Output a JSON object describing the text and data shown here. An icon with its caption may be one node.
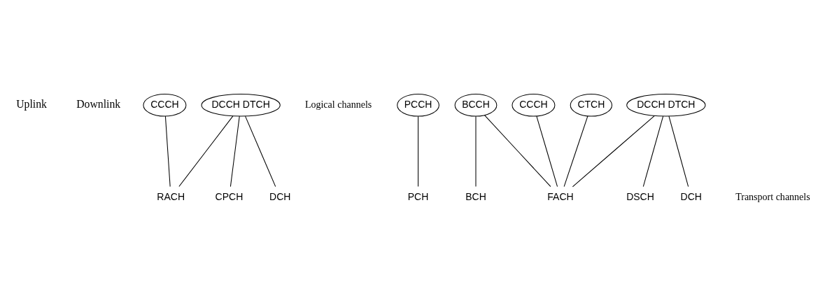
{
  "diagram": {
    "nodes": [
      {
        "text": [
          "CCCH"
        ]
      },
      {
        "text": [
          "DCCH DTCH"
        ]
      },
      {
        "text": [
          "PCCH"
        ]
      },
      {
        "text": [
          "BCCH"
        ]
      },
      {
        "text": [
          "CCCH"
        ]
      },
      {
        "text": [
          "CTCH"
        ]
      },
      {
        "text": [
          "DCCH DTCH"
        ]
      },
      {
        "text": [
          "RACH"
        ]
      },
      {
        "text": [
          "CPCH"
        ]
      },
      {
        "text": [
          "DCH"
        ]
      },
      {
        "text": [
          "PCH"
        ]
      },
      {
        "text": [
          "BCH"
        ]
      },
      {
        "text": [
          "FACH"
        ]
      },
      {
        "text": [
          "DSCH"
        ]
      },
      {
        "text": [
          "DCH"
        ]
      }
    ],
    "edges": [
      {
        "from": 0,
        "to": 7,
        "arrow": "none"
      },
      {
        "from": 1,
        "to": 7,
        "arrow": "none"
      },
      {
        "from": 1,
        "to": 8,
        "arrow": "none"
      },
      {
        "from": 1,
        "to": 9,
        "arrow": "none"
      },
      {
        "from": 2,
        "to": 10,
        "arrow": "none"
      },
      {
        "from": 3,
        "to": 11,
        "arrow": "none"
      },
      {
        "from": 3,
        "to": 12,
        "arrow": "none"
      },
      {
        "from": 4,
        "to": 12,
        "arrow": "none"
      },
      {
        "from": 5,
        "to": 12,
        "arrow": "none"
      },
      {
        "from": 6,
        "to": 12,
        "arrow": "none"
      },
      {
        "from": 6,
        "to": 13,
        "arrow": "none"
      },
      {
        "from": 6,
        "to": 14,
        "arrow": "none"
      }
    ],
    "labels": [
      "Uplink",
      "Downlink",
      "Logical channels",
      "Transport channels"
    ]
  }
}
